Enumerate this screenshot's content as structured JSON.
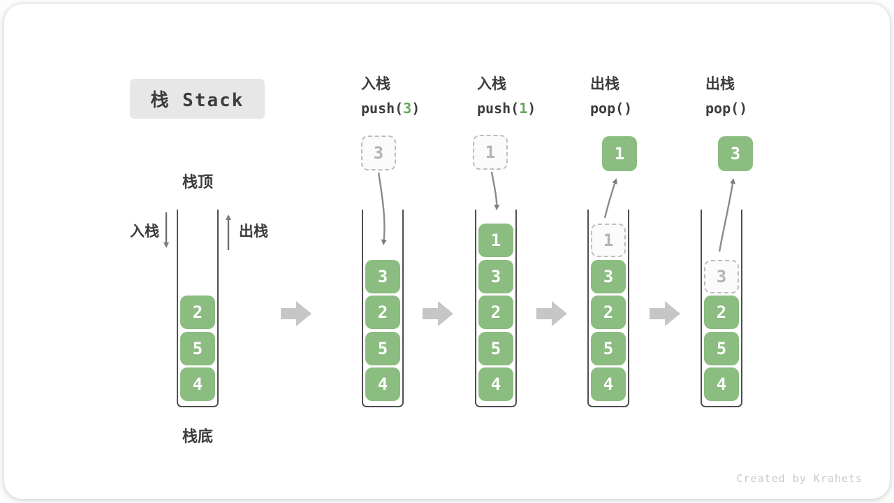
{
  "title": "栈 Stack",
  "legend": {
    "stack_top": "栈顶",
    "stack_bottom": "栈底",
    "push_label": "入栈",
    "pop_label": "出栈"
  },
  "operations": [
    {
      "label": "入栈",
      "code_pre": "push(",
      "code_arg": "3",
      "code_post": ")"
    },
    {
      "label": "入栈",
      "code_pre": "push(",
      "code_arg": "1",
      "code_post": ")"
    },
    {
      "label": "出栈",
      "code_pre": "pop(",
      "code_arg": "",
      "code_post": ")"
    },
    {
      "label": "出栈",
      "code_pre": "pop(",
      "code_arg": "",
      "code_post": ")"
    }
  ],
  "floating_boxes": [
    {
      "value": "3",
      "variant": "dashed"
    },
    {
      "value": "1",
      "variant": "dashed"
    },
    {
      "value": "1",
      "variant": "solid"
    },
    {
      "value": "3",
      "variant": "solid"
    }
  ],
  "stacks": [
    {
      "cells": [
        {
          "value": "2",
          "variant": "solid"
        },
        {
          "value": "5",
          "variant": "solid"
        },
        {
          "value": "4",
          "variant": "solid"
        }
      ]
    },
    {
      "cells": [
        {
          "value": "3",
          "variant": "solid"
        },
        {
          "value": "2",
          "variant": "solid"
        },
        {
          "value": "5",
          "variant": "solid"
        },
        {
          "value": "4",
          "variant": "solid"
        }
      ]
    },
    {
      "cells": [
        {
          "value": "1",
          "variant": "solid"
        },
        {
          "value": "3",
          "variant": "solid"
        },
        {
          "value": "2",
          "variant": "solid"
        },
        {
          "value": "5",
          "variant": "solid"
        },
        {
          "value": "4",
          "variant": "solid"
        }
      ]
    },
    {
      "cells": [
        {
          "value": "1",
          "variant": "dashed"
        },
        {
          "value": "3",
          "variant": "solid"
        },
        {
          "value": "2",
          "variant": "solid"
        },
        {
          "value": "5",
          "variant": "solid"
        },
        {
          "value": "4",
          "variant": "solid"
        }
      ]
    },
    {
      "cells": [
        {
          "value": "3",
          "variant": "dashed"
        },
        {
          "value": "2",
          "variant": "solid"
        },
        {
          "value": "5",
          "variant": "solid"
        },
        {
          "value": "4",
          "variant": "solid"
        }
      ]
    }
  ],
  "watermark": "Created by Krahets",
  "colors": {
    "green": "#8bbc80",
    "code-green": "#67a55b",
    "arrow-gray": "#8a8a8a",
    "chevron-gray": "#c6c6c6",
    "wall-dark": "#4f4f4f",
    "dashed-border": "#bdbdbd",
    "dashed-text": "#b3b3b3",
    "text-dark": "#3c3c3c",
    "title-bg": "#e7e7e7",
    "watermark-gray": "#c9c9c9"
  }
}
